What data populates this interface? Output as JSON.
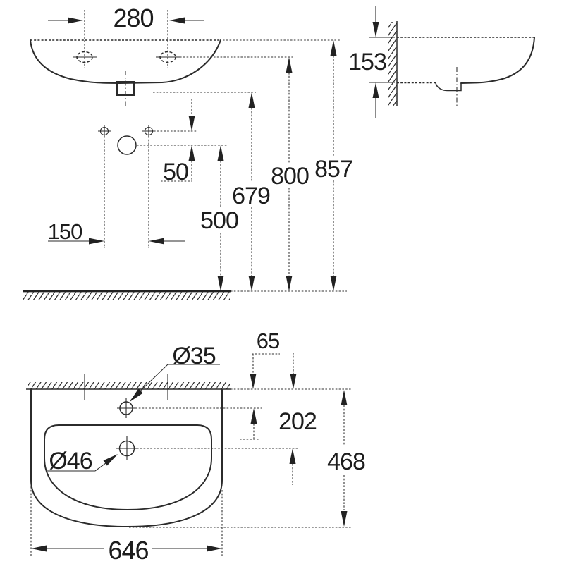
{
  "front_view": {
    "dims": {
      "tap_hole_spacing": "280",
      "fixing_hole_spacing": "150",
      "hole_offset": "50",
      "supply_height": "500",
      "underside_height": "679",
      "deck_height": "800",
      "rim_height": "857"
    }
  },
  "side_view": {
    "dims": {
      "front_drop": "153"
    }
  },
  "plan_view": {
    "dims": {
      "width": "646",
      "depth": "468",
      "tap_hole_wall_offset": "65",
      "drain_wall_offset": "202",
      "tap_hole_diameter": "Ø35",
      "drain_diameter": "Ø46"
    }
  },
  "colors": {
    "line": "#2b2b2b",
    "background": "#ffffff"
  }
}
